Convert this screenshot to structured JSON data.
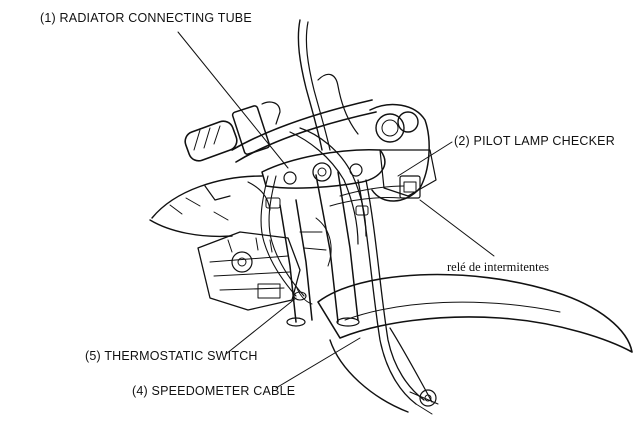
{
  "labels": {
    "radiator_tube": "(1) RADIATOR CONNECTING TUBE",
    "pilot_lamp": "(2) PILOT LAMP CHECKER",
    "rele": "relé de intermitentes",
    "thermostatic": "(5) THERMOSTATIC SWITCH",
    "speedometer": "(4) SPEEDOMETER CABLE"
  },
  "colors": {
    "ink": "#111111",
    "background": "#ffffff"
  }
}
